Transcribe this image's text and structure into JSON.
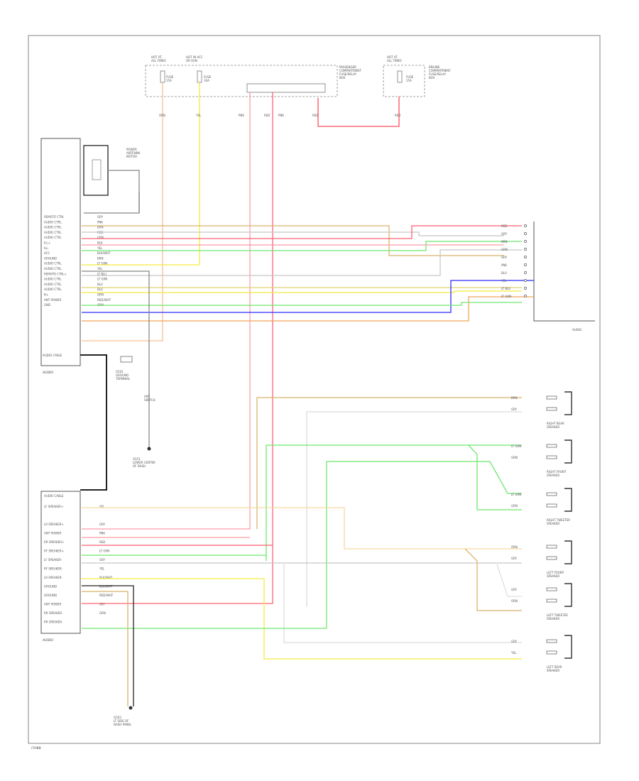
{
  "colors": {
    "frame": "#9a9a9a",
    "red": "#ff4d5a",
    "pink": "#ff9aa8",
    "yellow": "#f5ec3c",
    "green": "#6ee86e",
    "blue": "#2b2bff",
    "orange": "#f2a55a",
    "tan": "#d8b46a",
    "gray": "#c8c8c8",
    "black": "#222222"
  },
  "footer": {
    "code": "i7HB8"
  },
  "top": {
    "fuse_left_1": "HOT AT\nALL TIMES",
    "fuse_left_2": "HOT IN ACC\nOR RUN",
    "fuse_right": "HOT AT\nALL TIMES",
    "fuse_a": "FUSE\n15A",
    "fuse_b": "FUSE\n10A",
    "fuse_c": "FUSE\n15A",
    "junction_note": "PASSENGER\nCOMPARTMENT\nFUSE/RELAY\nBOX",
    "right_box_note": "ENGINE\nCOMPARTMENT\nFUSE/RELAY\nBOX",
    "wire_labels": [
      "ORN",
      "YEL",
      "PNK",
      "RED",
      "PNK",
      "RED",
      "RED"
    ]
  },
  "left_upper": {
    "label": "AUDIO",
    "ground_note": "G501",
    "antenna_label": "POWER\nANTENNA\nMOTOR",
    "pins": [
      "REMOTE CTRL",
      "AUDIO CTRL",
      "AUDIO CTRL",
      "AUDIO CTRL",
      "AUDIO CTRL",
      "ILL+",
      "ILL-",
      "ACC",
      "GROUND",
      "AUDIO CTRL",
      "AUDIO CTRL",
      "REMOTE CTRL+",
      "AUDIO CTRL",
      "AUDIO CTRL",
      "AUDIO CTRL",
      "B+",
      "ANT POWER",
      "GND"
    ],
    "wires": [
      "GRY",
      "PNK",
      "BRN",
      "RED",
      "GRN",
      "BLK",
      "YEL",
      "BLK/WHT",
      "BRN",
      "LT GRN",
      "YEL",
      "LT BLU",
      "LT GRN",
      "BLU",
      "BLU",
      "ORN",
      "RED/WHT",
      "ORN"
    ],
    "bottom_label": "AUDIO CABLE"
  },
  "left_lower": {
    "label": "AUDIO",
    "top_label": "AUDIO CABLE",
    "pins": [
      "LF SPEAKER+",
      "",
      "LR SPEAKER+",
      "ANT POWER",
      "RR SPEAKER+",
      "RF SPEAKER+",
      "LF SPEAKER-",
      "RF SPEAKER-",
      "LR SPEAKER-",
      "GROUND",
      "GROUND",
      "ANT POWER",
      "RR SPEAKER-",
      "RR SPEAKER-"
    ],
    "wires": [
      "YEL",
      "",
      "GRY",
      "PNK",
      "RED",
      "LT GRN",
      "GRY",
      "YEL",
      "BLK/WHT",
      "BLK/WHT",
      "RED/WHT",
      "GRY",
      "GRN"
    ],
    "ground_note": "G551"
  },
  "right_upper": {
    "label": "AUDIO",
    "wires": [
      "RED",
      "GRY",
      "BRN",
      "GRN",
      "GRY",
      "PNK",
      "BLU",
      "YEL",
      "LT BLU",
      "LT GRN"
    ]
  },
  "right_lower": {
    "speakers": [
      {
        "name": "RIGHT REAR\nSPEAKER",
        "wires": [
          "BRN",
          "GRY"
        ]
      },
      {
        "name": "RIGHT FRONT\nSPEAKER",
        "wires": [
          "LT GRN",
          "GRN"
        ]
      },
      {
        "name": "RIGHT TWEETER\nSPEAKER",
        "wires": [
          "LT GRN",
          "GRN"
        ]
      },
      {
        "name": "LEFT FRONT\nSPEAKER",
        "wires": [
          "ORN",
          "GRY"
        ]
      },
      {
        "name": "LEFT TWEETER\nSPEAKER",
        "wires": [
          "GRY",
          "ORN"
        ]
      },
      {
        "name": "LEFT REAR\nSPEAKER",
        "wires": [
          "GRY",
          "YEL"
        ]
      }
    ]
  },
  "mid": {
    "switch_note": "ANT\nSWITCH",
    "ground_1": "G501\nGROUND\nTERMINAL",
    "ground_2": "G551\nLOWER CENTER\nOF DASH",
    "ground_3": "G503\nLT SIDE OF\nDASH PANEL"
  }
}
